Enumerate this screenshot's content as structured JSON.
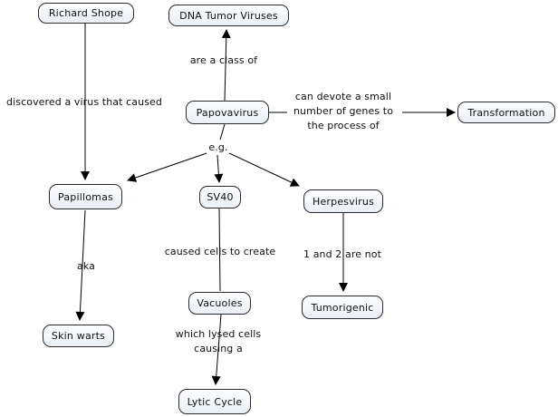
{
  "title": "DNA Tumor Viruses concept map",
  "colors": {
    "background": "#ffffff",
    "node_border": "#2b2b2b",
    "node_fill_top": "#fcfdff",
    "node_fill_bottom": "#eaf0f6",
    "connector": "#000000",
    "text": "#101010"
  },
  "nodes": {
    "richard_shope": {
      "label": "Richard Shope"
    },
    "dna_tumor_viruses": {
      "label": "DNA Tumor Viruses"
    },
    "papovavirus": {
      "label": "Papovavirus"
    },
    "transformation": {
      "label": "Transformation"
    },
    "papillomas": {
      "label": "Papillomas"
    },
    "sv40": {
      "label": "SV40"
    },
    "herpesvirus": {
      "label": "Herpesvirus"
    },
    "vacuoles": {
      "label": "Vacuoles"
    },
    "tumorigenic": {
      "label": "Tumorigenic"
    },
    "skin_warts": {
      "label": "Skin warts"
    },
    "lytic_cycle": {
      "label": "Lytic Cycle"
    }
  },
  "links": {
    "are_a_class_of": {
      "label": "are a class of"
    },
    "discovered_a_virus": {
      "label": "discovered a virus that caused"
    },
    "can_devote": {
      "lines": [
        "can devote a small",
        "number of genes to",
        "the process of"
      ]
    },
    "eg": {
      "label": "e.g."
    },
    "caused_cells_to_create": {
      "label": "caused cells to create"
    },
    "one_and_two_are_not": {
      "label": "1 and 2 are not"
    },
    "aka": {
      "label": "aka"
    },
    "which_lysed": {
      "lines": [
        "which lysed cells",
        "causing a"
      ]
    }
  }
}
